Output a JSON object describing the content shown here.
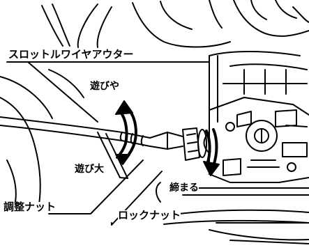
{
  "labels": {
    "throttle_wire_outer": "スロットルワイヤアウター",
    "play_small": "遊びや",
    "play_large": "遊び大",
    "tighten": "締まる",
    "adjust_nut": "調整ナット",
    "lock_nut": "ロックナット"
  },
  "colors": {
    "ink": "#000000",
    "paper": "#ffffff"
  }
}
